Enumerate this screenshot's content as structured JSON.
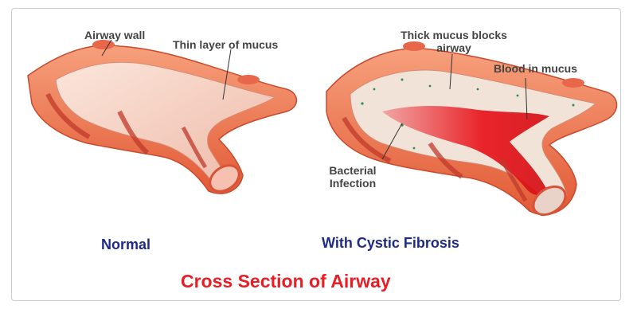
{
  "labels": {
    "airway_wall": "Airway wall",
    "thin_mucus": "Thin layer of mucus",
    "thick_mucus_line1": "Thick mucus blocks",
    "thick_mucus_line2": "airway",
    "blood_in_mucus": "Blood in mucus",
    "bacterial_line1": "Bacterial",
    "bacterial_line2": "Infection"
  },
  "captions": {
    "normal": "Normal",
    "cystic": "With Cystic Fibrosis"
  },
  "title": "Cross Section of Airway",
  "colors": {
    "title": "#ea1c24",
    "caption": "#1f2a86",
    "label": "#444444",
    "wall": "#f47a52",
    "wall_dark": "#d9533a",
    "lining": "#f7d9cc",
    "mucus_thick": "#f2e3d8",
    "blood": "#e8141b"
  }
}
